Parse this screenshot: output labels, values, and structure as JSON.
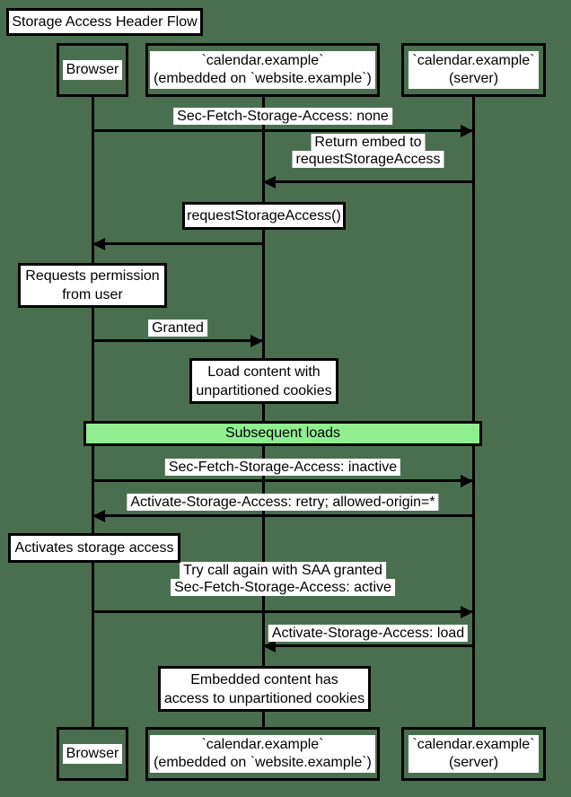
{
  "colors": {
    "background": "#4a6f50",
    "divider_fill": "#90ee90",
    "note_fill": "#ffffff",
    "line": "#000000"
  },
  "title": "Storage Access Header Flow",
  "participants": [
    {
      "id": "browser",
      "lines": [
        "Browser"
      ]
    },
    {
      "id": "embed",
      "lines": [
        "`calendar.example`",
        "(embedded on `website.example`)"
      ]
    },
    {
      "id": "server",
      "lines": [
        "`calendar.example`",
        "(server)"
      ]
    }
  ],
  "messages": [
    {
      "from": "browser",
      "to": "server",
      "lines": [
        "Sec-Fetch-Storage-Access: none"
      ]
    },
    {
      "from": "server",
      "to": "embed",
      "lines": [
        "Return embed to",
        "requestStorageAccess"
      ]
    },
    {
      "from": "embed",
      "to": "browser",
      "lines": []
    },
    {
      "from": "browser",
      "to": "embed",
      "lines": [
        "Granted"
      ]
    },
    {
      "from": "browser",
      "to": "server",
      "lines": [
        "Sec-Fetch-Storage-Access: inactive"
      ]
    },
    {
      "from": "server",
      "to": "browser",
      "lines": [
        "Activate-Storage-Access: retry; allowed-origin=*"
      ]
    },
    {
      "from": "browser",
      "to": "server",
      "lines": [
        "Try call again with SAA granted",
        "Sec-Fetch-Storage-Access: active"
      ]
    },
    {
      "from": "server",
      "to": "embed",
      "lines": [
        "Activate-Storage-Access: load"
      ]
    }
  ],
  "notes": [
    {
      "over": "embed",
      "lines": [
        "requestStorageAccess()"
      ]
    },
    {
      "over": "browser",
      "lines": [
        "Requests permission",
        "from user"
      ]
    },
    {
      "over": "embed",
      "lines": [
        "Load content with",
        "unpartitioned cookies"
      ]
    },
    {
      "over": "browser",
      "lines": [
        "Activates storage access"
      ]
    },
    {
      "over": "embed",
      "lines": [
        "Embedded content has",
        "access to unpartitioned cookies"
      ]
    }
  ],
  "divider": {
    "label": "Subsequent loads"
  }
}
